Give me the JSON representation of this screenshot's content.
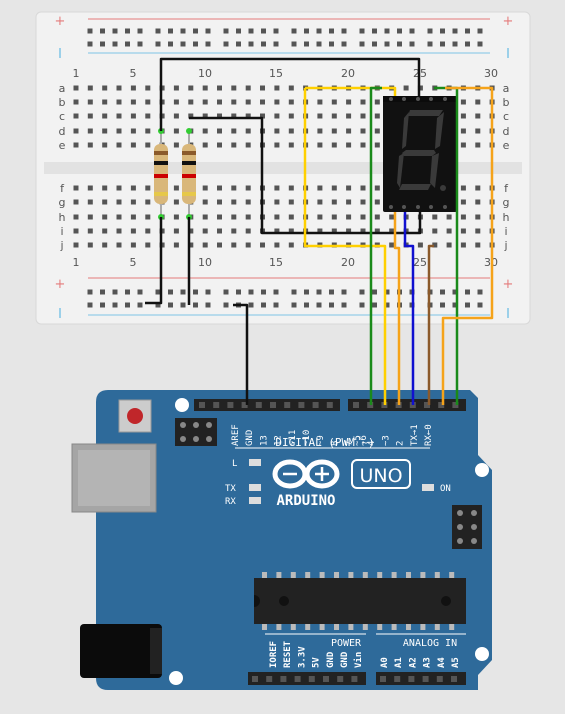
{
  "breadboard": {
    "column_numbers": [
      "1",
      "5",
      "10",
      "15",
      "20",
      "25",
      "30"
    ],
    "row_letters_top": [
      "a",
      "b",
      "c",
      "d",
      "e"
    ],
    "row_letters_bottom": [
      "f",
      "g",
      "h",
      "i",
      "j"
    ],
    "rail_plus": "+",
    "rail_minus": "−"
  },
  "seven_segment": {
    "lit_segments": []
  },
  "arduino": {
    "brand": "ARDUINO",
    "model": "UNO",
    "header_top_labels": [
      "AREF",
      "GND",
      "13",
      "12",
      "~11",
      "~10",
      "~9",
      "8",
      "7",
      "~6",
      "~5",
      "4",
      "~3",
      "2",
      "TX→1",
      "RX←0"
    ],
    "digital_label": "DIGITAL (PWM ~)",
    "led_labels": {
      "l": "L",
      "tx": "TX",
      "rx": "RX",
      "on": "ON"
    },
    "power_label": "POWER",
    "analog_label": "ANALOG IN",
    "power_pins": [
      "IOREF",
      "RESET",
      "3.3V",
      "5V",
      "GND",
      "GND",
      "Vin"
    ],
    "analog_pins": [
      "A0",
      "A1",
      "A2",
      "A3",
      "A4",
      "A5"
    ]
  },
  "colors": {
    "board": "#2e6a9a",
    "breadboard": "#f0f0f0",
    "wire_black": "#111111",
    "wire_green": "#1a8a1a",
    "wire_yellow": "#ffd000",
    "wire_orange": "#f5a31a",
    "wire_blue": "#1010d0",
    "wire_brown": "#8b5a2b"
  }
}
